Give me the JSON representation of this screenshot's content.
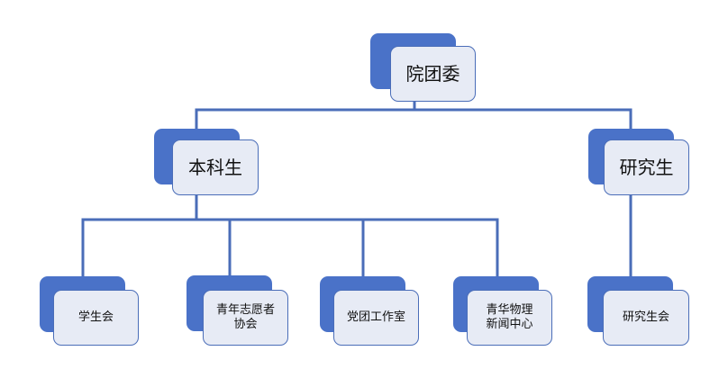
{
  "colors": {
    "connector": "#4a6db8",
    "box_back": "#4a72c8",
    "box_front": "#e7ebf5",
    "box_border": "#4a6db8"
  },
  "nodes": {
    "root": {
      "label": "院团委"
    },
    "undergrad": {
      "label": "本科生"
    },
    "graduate": {
      "label": "研究生"
    },
    "student_union": {
      "label": "学生会"
    },
    "volunteers": {
      "label": "青年志愿者\n协会"
    },
    "party_studio": {
      "label": "党团工作室"
    },
    "news_center": {
      "label": "青华物理\n新闻中心"
    },
    "grad_union": {
      "label": "研究生会"
    }
  }
}
